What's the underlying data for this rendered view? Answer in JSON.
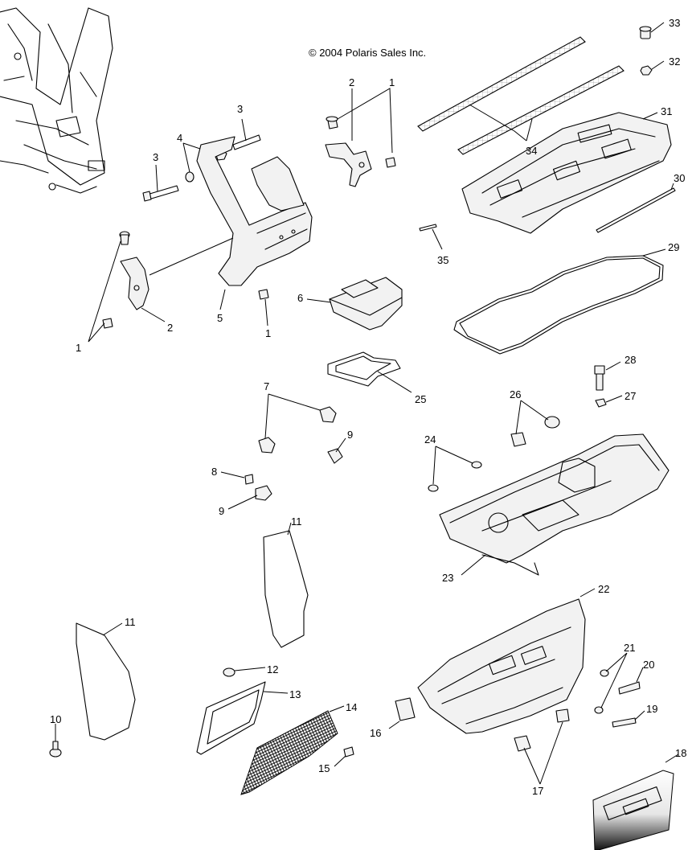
{
  "copyright": "© 2004 Polaris Sales Inc.",
  "callouts": {
    "c1a": "1",
    "c1b": "1",
    "c1c": "1",
    "c2a": "2",
    "c2b": "2",
    "c3a": "3",
    "c3b": "3",
    "c4": "4",
    "c5": "5",
    "c6": "6",
    "c7": "7",
    "c8": "8",
    "c9a": "9",
    "c9b": "9",
    "c10": "10",
    "c11a": "11",
    "c11b": "11",
    "c12": "12",
    "c13": "13",
    "c14": "14",
    "c15": "15",
    "c16": "16",
    "c17": "17",
    "c18": "18",
    "c19": "19",
    "c20": "20",
    "c21": "21",
    "c22": "22",
    "c23": "23",
    "c24": "24",
    "c25": "25",
    "c26": "26",
    "c27": "27",
    "c28": "28",
    "c29": "29",
    "c30": "30",
    "c31": "31",
    "c32": "32",
    "c33": "33",
    "c34": "34",
    "c35": "35"
  }
}
